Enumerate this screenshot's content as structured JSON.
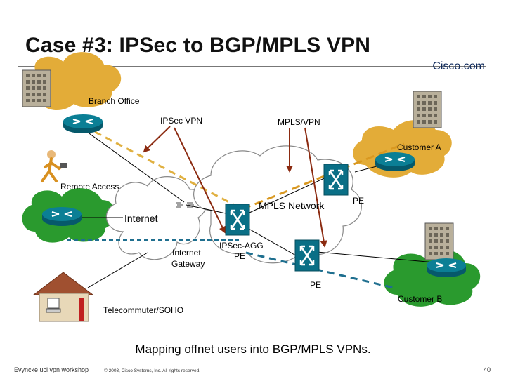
{
  "slide": {
    "title": "Case #3: IPSec to BGP/MPLS VPN",
    "brand": "Cisco.com",
    "caption": "Mapping offnet users into BGP/MPLS VPNs.",
    "footer_left": "Evyncke ucl vpn workshop",
    "footer_copy": "© 2003, Cisco Systems, Inc. All rights reserved.",
    "page_number": "40"
  },
  "diagram": {
    "labels": {
      "branch_office": "Branch Office",
      "ipsec_vpn": "IPSec VPN",
      "mpls_vpn": "MPLS/VPN",
      "customer_a": "Customer A",
      "remote_access": "Remote Access",
      "mpls_network": "MPLS Network",
      "pe_top": "PE",
      "internet": "Internet",
      "internet_gateway_1": "Internet",
      "internet_gateway_2": "Gateway",
      "ipsec_agg_1": "IPSec-AGG",
      "ipsec_agg_2": "PE",
      "pe_bottom": "PE",
      "customer_b": "Customer B",
      "telecommuter": "Telecommuter/SOHO"
    },
    "colors": {
      "ipsec_tunnel": "#1f6f8f",
      "customer_a_link": "#d99820",
      "branch_link": "#e0b040",
      "arrows": "#8b2a10",
      "router": "#0b7f95",
      "switch": "#0a6f86",
      "site_cloud": "#e3ac38",
      "cloud_outline": "#888888"
    }
  }
}
